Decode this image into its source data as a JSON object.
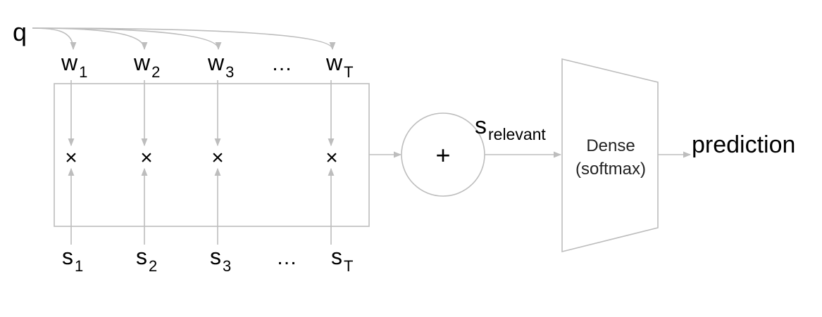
{
  "query": {
    "label": "q"
  },
  "weights": [
    {
      "base": "w",
      "sub": "1"
    },
    {
      "base": "w",
      "sub": "2"
    },
    {
      "base": "w",
      "sub": "3"
    },
    {
      "base": "w",
      "sub": "T"
    }
  ],
  "sentences": [
    {
      "base": "s",
      "sub": "1"
    },
    {
      "base": "s",
      "sub": "2"
    },
    {
      "base": "s",
      "sub": "3"
    },
    {
      "base": "s",
      "sub": "T"
    }
  ],
  "ellipsis": "…",
  "multiply_symbol": "×",
  "sum": {
    "symbol": "+"
  },
  "relevant": {
    "base": "s",
    "sub": "relevant"
  },
  "dense": {
    "line1": "Dense",
    "line2": "(softmax)"
  },
  "output": {
    "label": "prediction"
  },
  "colors": {
    "connector": "#bdbdbd",
    "text": "#000000"
  }
}
